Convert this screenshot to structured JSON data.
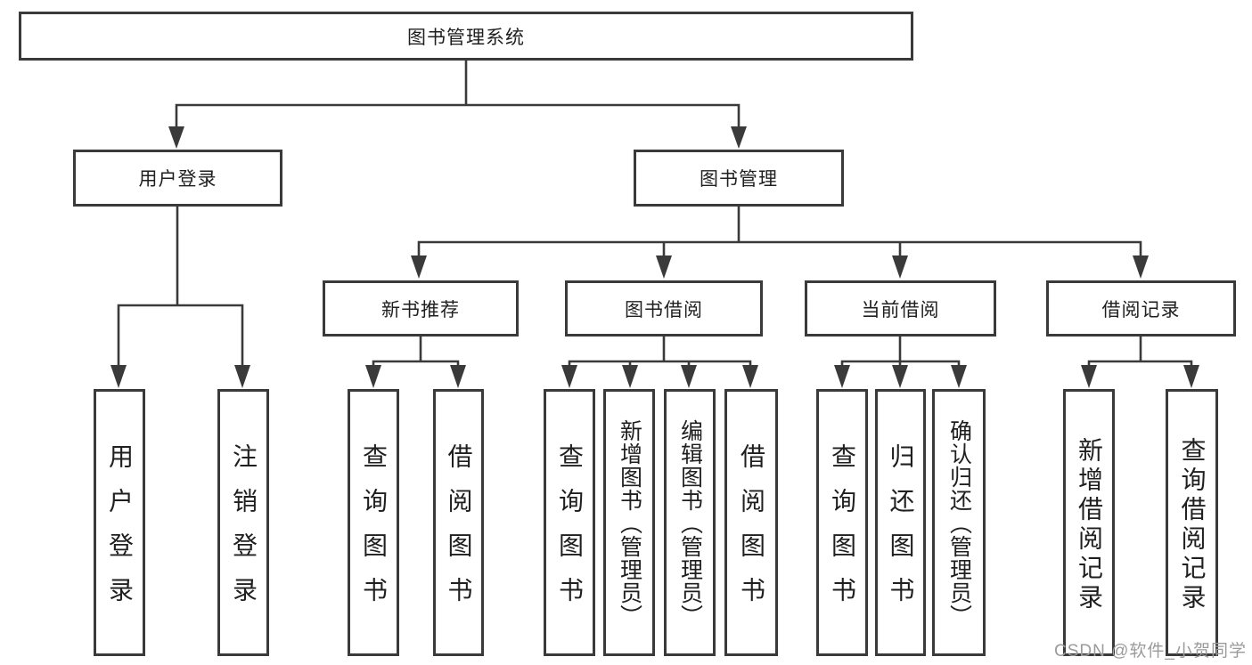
{
  "root": {
    "label": "图书管理系统"
  },
  "branches": {
    "user_login": {
      "label": "用户登录"
    },
    "book_management": {
      "label": "图书管理"
    }
  },
  "modules": {
    "recommend": {
      "label": "新书推荐"
    },
    "borrow": {
      "label": "图书借阅"
    },
    "current": {
      "label": "当前借阅"
    },
    "records": {
      "label": "借阅记录"
    }
  },
  "groups": {
    "user_login": [
      "用户登录",
      "注销登录"
    ],
    "recommend": [
      "查询图书",
      "借阅图书"
    ],
    "borrow": [
      "查询图书",
      "新增图书（管理员）",
      "编辑图书（管理员）",
      "借阅图书"
    ],
    "current": [
      "查询图书",
      "归还图书",
      "确认归还（管理员）"
    ],
    "records": [
      "新增借阅记录",
      "查询借阅记录"
    ]
  },
  "watermark": "CSDN @软件_小贺同学",
  "colors": {
    "line": "#3a3a3a",
    "text": "#1f1f1f",
    "watermark": "#9b9b9b",
    "background": "#ffffff"
  }
}
